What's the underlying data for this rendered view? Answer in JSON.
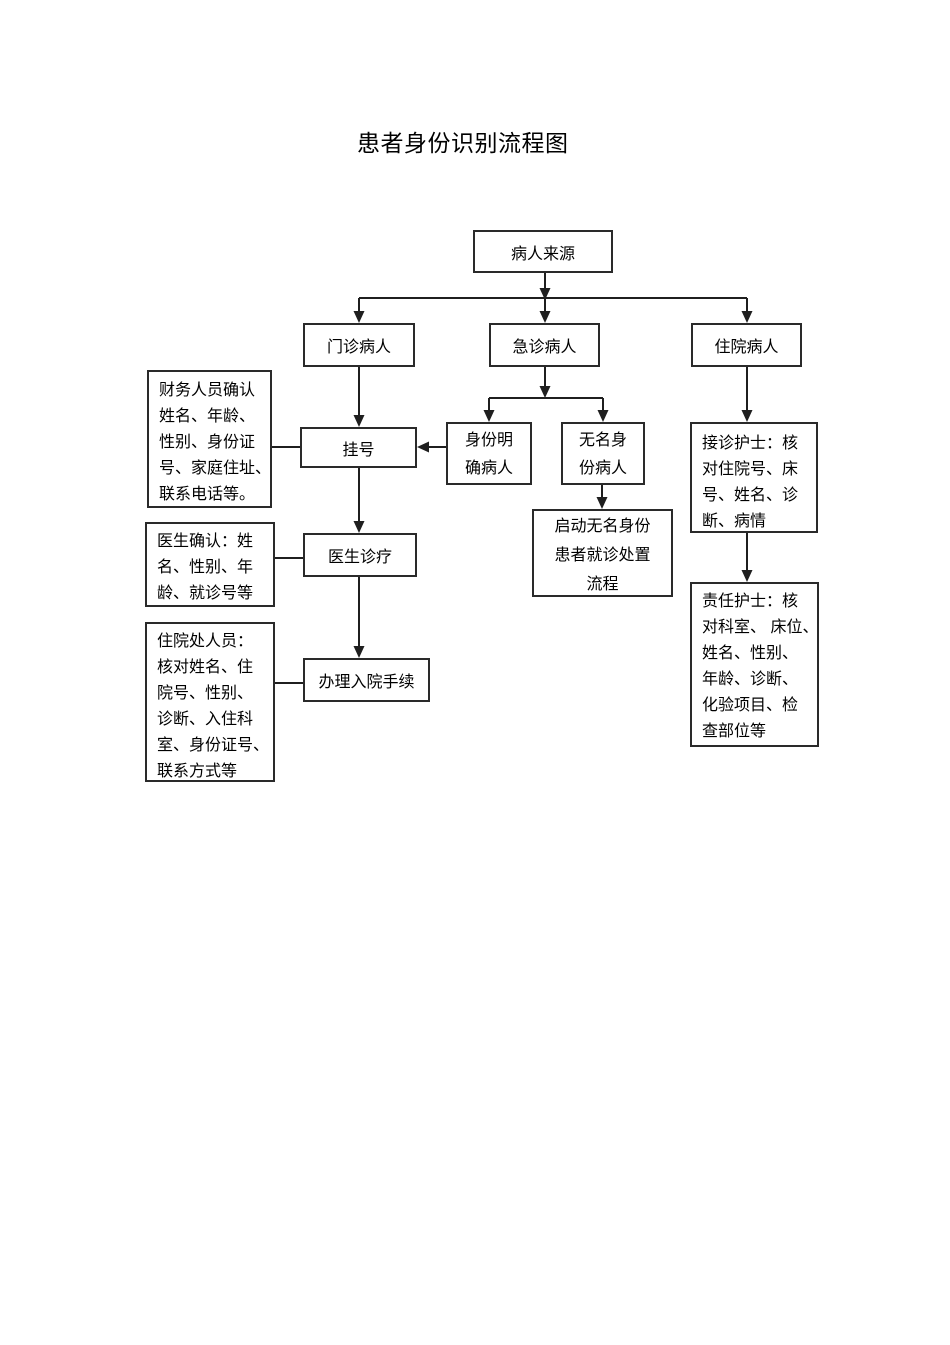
{
  "page": {
    "title": "患者身份识别流程图"
  },
  "flowchart": {
    "colors": {
      "line": "#1f1f1f",
      "box_border": "#2a2a2a",
      "text": "#000000",
      "background": "#ffffff"
    },
    "nodes": {
      "patient_source": {
        "label": "病人来源"
      },
      "outpatient": {
        "label": "门诊病人"
      },
      "emergency": {
        "label": "急诊病人"
      },
      "inpatient": {
        "label": "住院病人"
      },
      "registration": {
        "label": "挂号"
      },
      "doctor_treatment": {
        "label": "医生诊疗"
      },
      "admission_procedure": {
        "label": "办理入院手续"
      },
      "identity_clear": {
        "lines": [
          "身份明",
          "确病人"
        ]
      },
      "unnamed_identity": {
        "lines": [
          "无名身",
          "份病人"
        ]
      },
      "start_unnamed_process": {
        "lines": [
          "启动无名身份",
          "患者就诊处置",
          "流程"
        ]
      },
      "finance_note": {
        "lines": [
          "财务人员确认",
          "姓名、年龄、",
          "性别、身份证",
          "号、家庭住址、",
          "联系电话等。"
        ]
      },
      "doctor_confirm_note": {
        "lines": [
          "医生确认：姓",
          "名、性别、年",
          "龄、就诊号等"
        ]
      },
      "admission_note": {
        "lines": [
          "住院处人员：",
          "核对姓名、住",
          "院号、性别、",
          "诊断、入住科",
          "室、身份证号、",
          "联系方式等"
        ]
      },
      "reception_nurse": {
        "lines": [
          "接诊护士：核",
          "对住院号、床",
          "号、姓名、诊",
          "断、病情"
        ]
      },
      "duty_nurse": {
        "lines": [
          "责任护士：核",
          "对科室、 床位、",
          "姓名、性别、",
          "年龄、诊断、",
          "化验项目、检",
          "查部位等"
        ]
      }
    }
  }
}
